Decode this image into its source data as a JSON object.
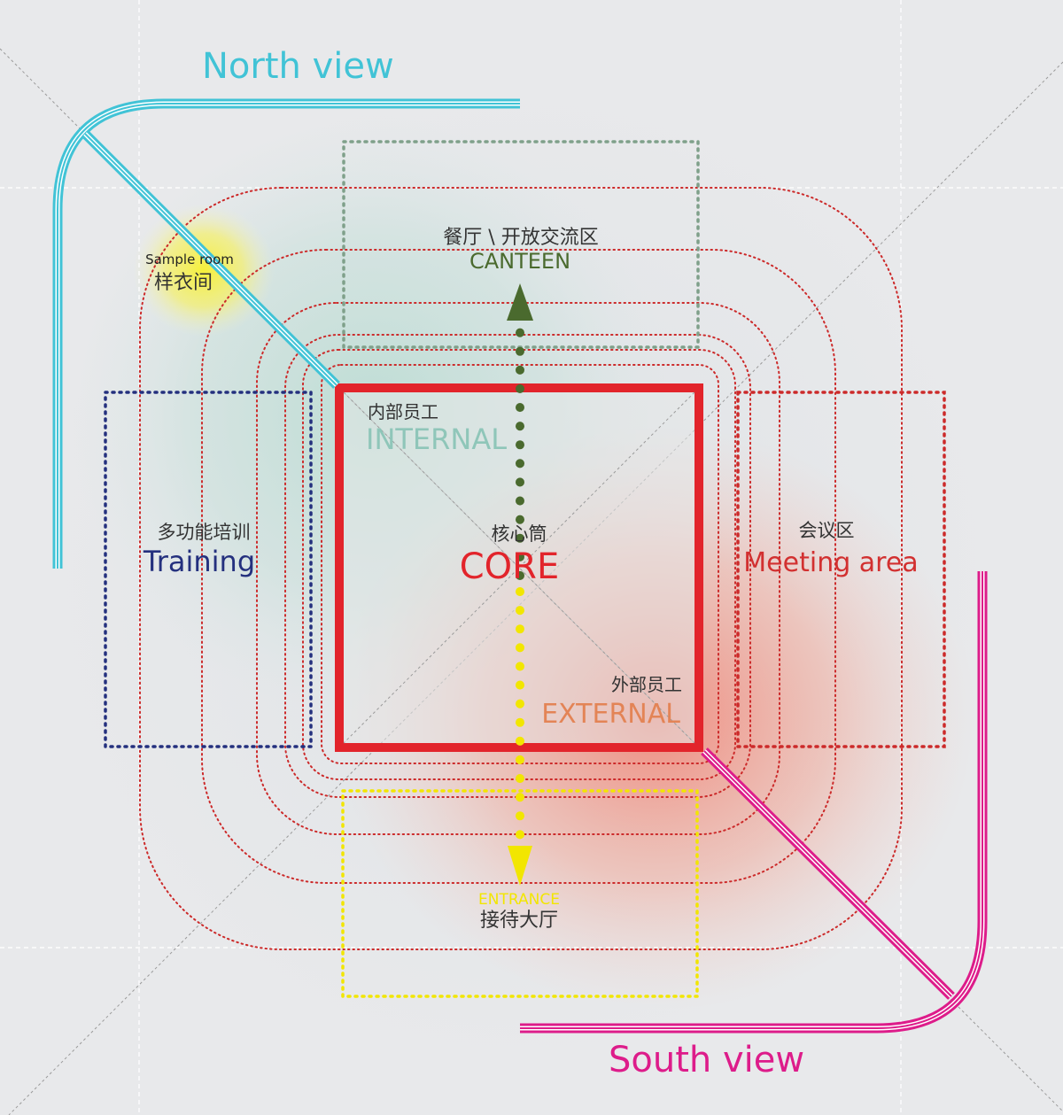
{
  "colors": {
    "background": "#e8e9eb",
    "grid": "#ffffff",
    "diagonal": "#9a9a9a",
    "core": "#e2242b",
    "rings": "#cc2a2a",
    "north": "#41c3d6",
    "south": "#dd1c8a",
    "canteen": "#7fa08a",
    "canteen_text": "#4a6a2e",
    "training": "#24307e",
    "meeting": "#d23030",
    "entrance": "#f2e600",
    "internal": "#8fc6b9",
    "external": "#e38456",
    "sample_glow": "#f4ef2a",
    "text_dark": "#333333"
  },
  "labels": {
    "north_view": "North view",
    "south_view": "South view",
    "canteen_cn": "餐厅 \\ 开放交流区",
    "canteen_en": "CANTEEN",
    "sample_en": "Sample room",
    "sample_cn": "样衣间",
    "internal_cn": "内部员工",
    "internal_en": "INTERNAL",
    "core_cn": "核心筒",
    "core_en": "CORE",
    "training_cn": "多功能培训",
    "training_en": "Training",
    "meeting_cn": "会议区",
    "meeting_en": "Meeting area",
    "external_cn": "外部员工",
    "external_en": "EXTERNAL",
    "entrance_en": "ENTRANCE",
    "entrance_cn": "接待大厅"
  }
}
